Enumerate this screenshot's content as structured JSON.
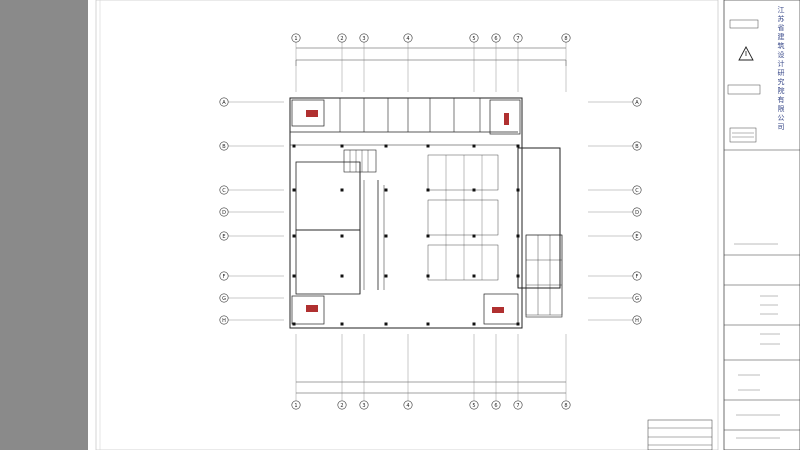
{
  "title_block": {
    "company_vertical": "江苏省建筑设计研究院有限公司",
    "stamp_lines": [
      "",
      ""
    ],
    "drawing_no_label": "",
    "footer_label": ""
  },
  "grid_top": [
    "1",
    "2",
    "3",
    "4",
    "5",
    "6",
    "7",
    "8"
  ],
  "grid_bottom": [
    "1",
    "2",
    "3",
    "4",
    "5",
    "6",
    "7",
    "8"
  ],
  "grid_left": [
    "A",
    "B",
    "C",
    "D",
    "E",
    "F",
    "G",
    "H"
  ],
  "grid_right": [
    "A",
    "B",
    "C",
    "D",
    "E",
    "F",
    "G",
    "H"
  ],
  "colors": {
    "canvas_bg": "#8a8a8a",
    "sheet_bg": "#ffffff",
    "line": "#333333",
    "accent": "#b03030"
  }
}
